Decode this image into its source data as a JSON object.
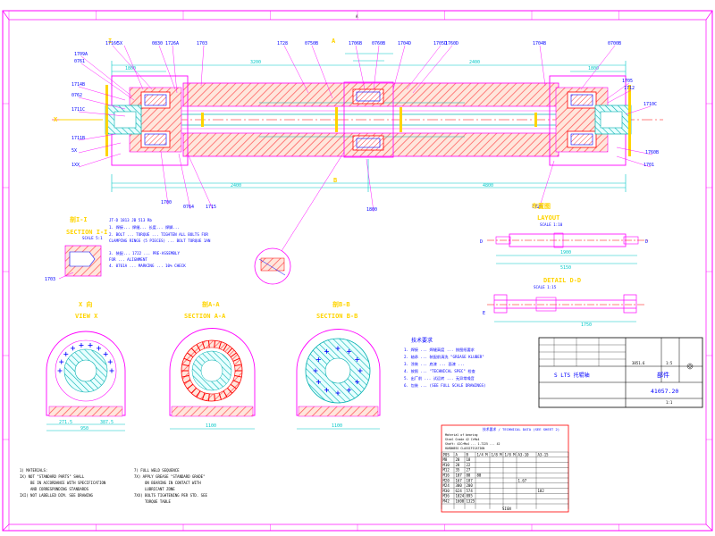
{
  "drawing": {
    "border_marker": "A",
    "title_block": {
      "part_name": "S LTS 托辊轴",
      "short_name": "部件",
      "drawing_no": "41057.20",
      "weight": "3851.6",
      "scale": "1:5",
      "sheet": "1:1"
    },
    "views": {
      "section_i": {
        "cn": "剖I-I",
        "en": "SECTION I-I",
        "scale": "SCALE 5:1"
      },
      "view_x": {
        "cn": "X 向",
        "en": "VIEW X"
      },
      "section_a": {
        "cn": "剖A-A",
        "en": "SECTION A-A"
      },
      "section_b": {
        "cn": "剖B-B",
        "en": "SECTION B-B"
      },
      "layout": {
        "cn": "布置图",
        "en": "LAYOUT",
        "scale": "SCALE 1:10"
      },
      "detail": {
        "en": "DETAIL D-D",
        "scale": "SCALE 1:15"
      }
    },
    "part_labels": [
      "1709A",
      "0761",
      "1716C",
      "5X",
      "1726A",
      "0830",
      "1703",
      "1728",
      "0750B",
      "1706B",
      "0760B",
      "1704D",
      "1705D",
      "1760D",
      "1704B",
      "0700B",
      "1705",
      "1712",
      "1710C",
      "1714B",
      "0762",
      "1711C",
      "1711B",
      "5X",
      "1XX",
      "1700",
      "0764",
      "1715",
      "1800",
      "1720",
      "1760B",
      "1701"
    ],
    "dimensions": {
      "main": [
        "3200",
        "2400",
        "2400",
        "1800",
        "4800",
        "1800"
      ],
      "layout_total": "5150",
      "layout_inner": "1900",
      "detail_total": "1750",
      "view_x_width": "950",
      "view_x_a": "271.5",
      "view_x_b": "387.5",
      "section_a_width": "1100",
      "section_b_width": "1100"
    },
    "notes_title": "技术要求",
    "notes": [
      "1. 焊接 ... 焊缝高度 ... 按图纸要求",
      "2. 轴承 ... 装配前清洗 \"GREASE KLUBER\"",
      "3. 涂装 ... 底漆 ... 面漆 ...",
      "4. 按照 ... \"TECHNICAL SPEC\" 检查",
      "5. 出厂前 ... 试运转 ... 无异常噪音",
      "6. 包装 ... (SEE FULL SCALE DRAWINGS)"
    ],
    "left_notes": [
      "1) MATERIALS:",
      "IX) NOT \"STANDARD PARTS\" SHALL",
      "BE IN ACCORDANCE WITH SPECIFICATION",
      "AND CORRESPONDING STANDARDS",
      "IXI) NOT LABELLED DIM. SEE DRAWING"
    ],
    "right_notes": [
      "7) FULL WELD SEQUENCE",
      "7X) APPLY GREASE \"STANDARD GRADE\"",
      "ON BEARING IN CONTACT WITH",
      "LUBRICANT ZONE",
      "7XX) BOLTS TIGHTENING PER STD. SEE",
      "TORQUE TABLE"
    ],
    "top_note_lines": [
      "JT-D  1813  JB  513  Rb",
      "1. 焊接... 焊缝... 长度... 焊脚...",
      "2. BOLT ... TORQUE ... TIGHTEN ALL BOLTS FOR",
      "   CLAMPING RINGS (5 PIECES) ... BOLT TORQUE 1AN",
      "3. 装配... 1722 ... PRE-ASSEMBLY",
      "   FOR ... ALIGNMENT",
      "4. 0761A ... MARKING ... 10% CHECK"
    ],
    "table": {
      "title": "技术要求 / TECHNICAL DATA (SEE SHEET 2)",
      "header_lines": [
        "Material of bearing",
        "Steel Grade 42 CrMo4",
        "Shaft: 42CrMo4 ... 1.7225 ... 42",
        "HARDNESS CLASSIFICATION"
      ],
      "columns": [
        "POS",
        "A",
        "B",
        "1/4 M",
        "1/8 M",
        "1/8 M",
        "A3-10",
        "A3-15"
      ],
      "rows": [
        [
          "M8",
          "20",
          "18",
          "",
          "",
          "",
          "",
          ""
        ],
        [
          "M10",
          "28",
          "22",
          "",
          "",
          "",
          "",
          ""
        ],
        [
          "M12",
          "35",
          "27",
          "",
          "",
          "",
          "",
          ""
        ],
        [
          "M16",
          "107",
          "88",
          "80",
          "",
          "",
          "",
          ""
        ],
        [
          "M20",
          "167",
          "187",
          "",
          "",
          "",
          "1.67",
          ""
        ],
        [
          "M24",
          "300",
          "200",
          "",
          "",
          "",
          "",
          ""
        ],
        [
          "M30",
          "624",
          "574",
          "",
          "",
          "",
          "",
          "182"
        ],
        [
          "M36",
          "1024",
          "895",
          "",
          "",
          "",
          "",
          ""
        ],
        [
          "M42",
          "1600",
          "1325",
          "",
          "",
          "",
          "",
          ""
        ],
        [
          "",
          "",
          "",
          "",
          "",
          "",
          "",
          ""
        ]
      ],
      "footer": "SIGN"
    },
    "colors": {
      "outline": "#ff00ff",
      "section": "#ff0000",
      "hatch_fill": "#ffa07a",
      "centerline": "#ff0000",
      "dimension": "#00c8c8",
      "leader": "#ff00ff",
      "labels": "#0000ff",
      "yellow": "#ffd400",
      "bolt": "#0000ff",
      "border": "#ff00ff"
    }
  }
}
